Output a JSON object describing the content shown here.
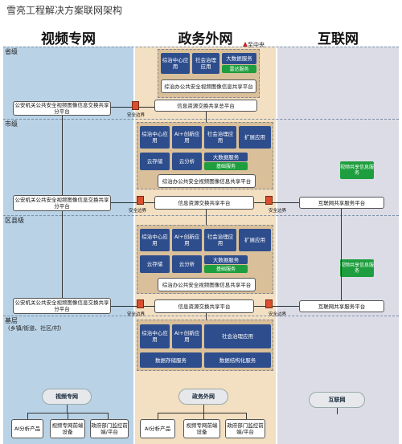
{
  "page_title": "雪亮工程解决方案联网架构",
  "columns": {
    "video": "视频专网",
    "gov": "政务外网",
    "internet": "互联网"
  },
  "colors": {
    "video_bg": "#b9d2e6",
    "gov_bg": "#f3dfc1",
    "internet_bg": "#dcdce6",
    "box_blue": "#2e4d8c",
    "green": "#1e9e3e",
    "firewall": "#d94f2f"
  },
  "levels": {
    "province": "省级",
    "city": "市级",
    "district": "区县级",
    "grassroots": "基层",
    "grassroots_sub": "(乡镇/街道、社区/村)"
  },
  "to_center": "至中央",
  "province": {
    "b1": "综治中心应用",
    "b2": "社会治理应用",
    "b3": "大数据服务",
    "b3_sub": "雷达服务",
    "platform": "综治办公共安全视频图像信息共享平台",
    "exchange": "信息资源交换共享总平台",
    "left_box": "公安机关公共安全视频图像信息交换共享分平台",
    "security": "安全边界"
  },
  "city": {
    "b1": "综治中心应用",
    "b2": "AI+创新应用",
    "b3": "社会治理应用",
    "b4": "扩展应用",
    "b5": "云存储",
    "b6": "云分析",
    "b7": "大数据服务",
    "b7_sub": "基础服务",
    "platform": "综治办公共安全视频图像信息共享平台",
    "exchange": "信息资源交换共享平台",
    "left_box": "公安机关公共安全视频图像信息交换共享分平台",
    "right_box": "互联网共享服务平台",
    "right_green": "视频共享信息服务",
    "security_l": "安全边界",
    "security_r": "安全边界"
  },
  "district": {
    "b1": "综治中心应用",
    "b2": "AI+创新应用",
    "b3": "社会治理应用",
    "b4": "扩展应用",
    "b5": "云存储",
    "b6": "云分析",
    "b7": "大数据服务",
    "b7_sub": "基础服务",
    "platform": "综治办公共安全视频图像信息共享平台",
    "exchange": "信息资源交换共享平台",
    "left_box": "公安机关公共安全视频图像信息交换共享分平台",
    "right_box": "互联网共享服务平台",
    "right_green": "视频共享信息服务",
    "security_l": "安全边界",
    "security_r": "安全边界"
  },
  "grassroots": {
    "b1": "综治中心应用",
    "b2": "AI+创新应用",
    "b3": "社会治理应用",
    "b4": "数据存储服务",
    "b5": "数据结构化服务"
  },
  "bottom": {
    "video_cloud": "视频专网",
    "gov_cloud": "政务外网",
    "net_cloud": "互联网",
    "v1": "AI分析产品",
    "v2": "视频专网前端设备",
    "v3": "政府部门监控前端/平台",
    "g1": "AI分析产品",
    "g2": "视频专网前端设备",
    "g3": "政府部门监控前端/平台"
  }
}
